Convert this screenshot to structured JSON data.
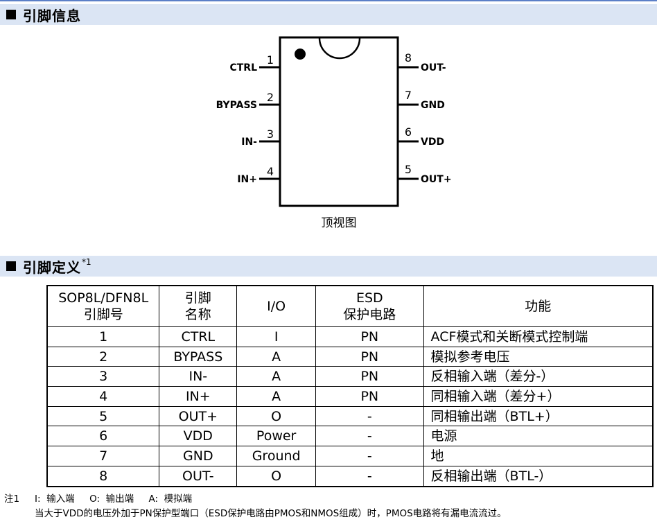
{
  "section1": {
    "title": "引脚信息"
  },
  "diagram": {
    "caption": "顶视图",
    "left_pins": [
      {
        "number": "1",
        "name": "CTRL"
      },
      {
        "number": "2",
        "name": "BYPASS"
      },
      {
        "number": "3",
        "name": "IN-"
      },
      {
        "number": "4",
        "name": "IN+"
      }
    ],
    "right_pins": [
      {
        "number": "8",
        "name": "OUT-"
      },
      {
        "number": "7",
        "name": "GND"
      },
      {
        "number": "6",
        "name": "VDD"
      },
      {
        "number": "5",
        "name": "OUT+"
      }
    ]
  },
  "section2": {
    "title": "引脚定义",
    "sup": "*1"
  },
  "table": {
    "headers": {
      "pin_no_line1": "SOP8L/DFN8L",
      "pin_no_line2": "引脚号",
      "pin_name_line1": "引脚",
      "pin_name_line2": "名称",
      "io": "I/O",
      "esd_line1": "ESD",
      "esd_line2": "保护电路",
      "function": "功能"
    },
    "rows": [
      {
        "no": "1",
        "name": "CTRL",
        "io": "I",
        "esd": "PN",
        "func": "ACF模式和关断模式控制端"
      },
      {
        "no": "2",
        "name": "BYPASS",
        "io": "A",
        "esd": "PN",
        "func": "模拟参考电压"
      },
      {
        "no": "3",
        "name": "IN-",
        "io": "A",
        "esd": "PN",
        "func": "反相输入端（差分-）"
      },
      {
        "no": "4",
        "name": "IN+",
        "io": "A",
        "esd": "PN",
        "func": "同相输入端（差分+）"
      },
      {
        "no": "5",
        "name": "OUT+",
        "io": "O",
        "esd": "-",
        "func": "同相输出端（BTL+）"
      },
      {
        "no": "6",
        "name": "VDD",
        "io": "Power",
        "esd": "-",
        "func": "电源"
      },
      {
        "no": "7",
        "name": "GND",
        "io": "Ground",
        "esd": "-",
        "func": "地"
      },
      {
        "no": "8",
        "name": "OUT-",
        "io": "O",
        "esd": "-",
        "func": "反相输出端（BTL-）"
      }
    ]
  },
  "notes": {
    "label": "注1",
    "io_legend": "I:  输入端     O:  输出端     A:  模拟端",
    "line2": "当大于VDD的电压外加于PN保护型端口（ESD保护电路由PMOS和NMOS组成）时，PMOS电路将有漏电流流过。"
  }
}
